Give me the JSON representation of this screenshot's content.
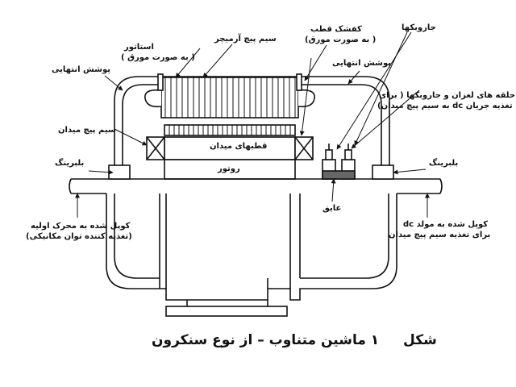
{
  "labels": {
    "stator": "استاتور",
    "stator_note": "( به صورت مورق )",
    "armature_winding": "سیم پیچ آرمیچر",
    "pole_shoe": "کفشک قطب",
    "pole_shoe_note": "( به صورت مورق)",
    "brushes": "جاروبکها",
    "end_cover_left": "پوشش انتهایی",
    "end_cover_right": "پوشش انتهایی",
    "slip_rings_line1": "حلقه های لغزان و جاروبکها ( برای",
    "slip_rings_line2": "تغذیه جریان dc به سیم پیچ میدان)",
    "field_winding": "سیم پیچ میدان",
    "field_poles": "قطبهای میدان",
    "rotor": "روتور",
    "bearing_left": "بلبرینگ",
    "bearing_right": "بلبرینگ",
    "insulator": "عایق",
    "coupling_left_line1": "کوپل شده به محرک اولیه",
    "coupling_left_line2": "(تغذیه کننده توان مکانیکی)",
    "coupling_right_line1": "کوپل شده به مولد dc",
    "coupling_right_line2": "برای تغذیه سیم پیچ میدان"
  },
  "caption": {
    "word": "شکل",
    "number": "۱",
    "title": "ماشین متناوب – از نوع سنکرون"
  }
}
